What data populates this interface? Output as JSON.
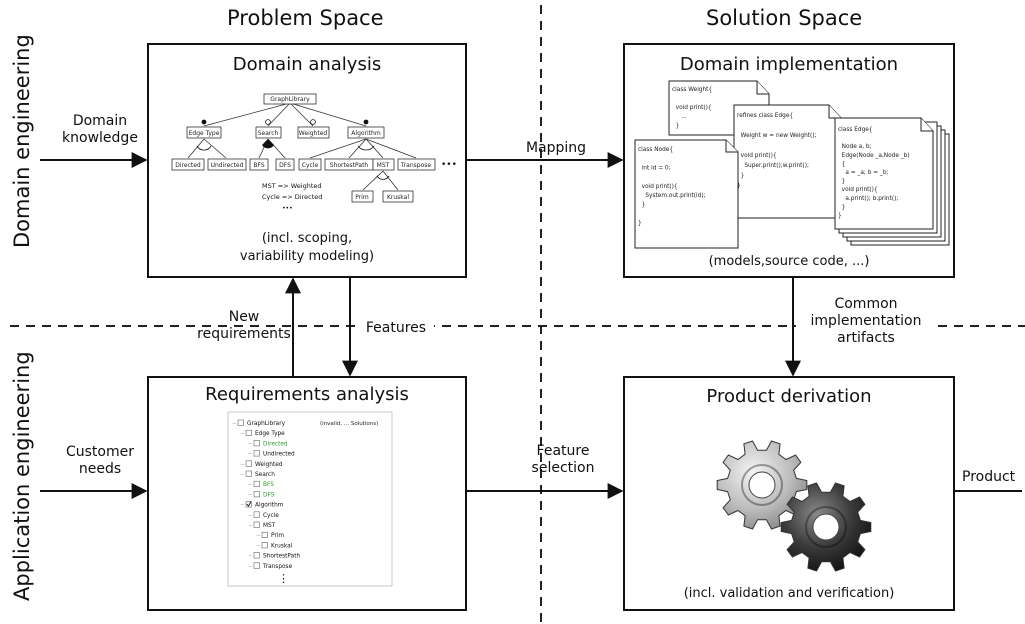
{
  "headers": {
    "problem_space": "Problem Space",
    "solution_space": "Solution Space",
    "domain_engineering": "Domain engineering",
    "application_engineering": "Application engineering"
  },
  "inputs": {
    "domain_knowledge_1": "Domain",
    "domain_knowledge_2": "knowledge",
    "customer_needs_1": "Customer",
    "customer_needs_2": "needs"
  },
  "flows": {
    "mapping": "Mapping",
    "new_requirements_1": "New",
    "new_requirements_2": "requirements",
    "features": "Features",
    "common_artifacts_1": "Common",
    "common_artifacts_2": "implementation",
    "common_artifacts_3": "artifacts",
    "feature_selection_1": "Feature",
    "feature_selection_2": "selection",
    "product": "Product"
  },
  "boxes": {
    "domain_analysis": {
      "title": "Domain analysis",
      "note_1": "(incl. scoping,",
      "note_2": "variability modeling)"
    },
    "domain_implementation": {
      "title": "Domain implementation",
      "note": "(models,source code, ...)"
    },
    "requirements_analysis": {
      "title": "Requirements analysis"
    },
    "product_derivation": {
      "title": "Product derivation",
      "note": "(incl. validation and verification)"
    }
  },
  "feature_model": {
    "root": "GraphLibrary",
    "edge_type": "Edge Type",
    "search": "Search",
    "weighted": "Weighted",
    "algorithm": "Algorithm",
    "directed": "Directed",
    "undirected": "Undirected",
    "bfs": "BFS",
    "dfs": "DFS",
    "cycle": "Cycle",
    "shortest_path": "ShortestPath",
    "mst": "MST",
    "transpose": "Transpose",
    "prim": "Prim",
    "kruskal": "Kruskal",
    "ellipsis": "•••",
    "constraint_1": "MST   => Weighted",
    "constraint_2": "Cycle  => Directed",
    "constraint_3": "•••"
  },
  "code_docs": {
    "weight": [
      "class Weight{",
      "",
      "  void print(){",
      "     ...",
      "  }"
    ],
    "node": [
      "class Node{",
      "",
      "  int id = 0;",
      "",
      "  void print(){",
      "    System.out.print(id);",
      "  }",
      "",
      "}"
    ],
    "refines_edge": [
      "refines class Edge{",
      "",
      "  Weight w = new Weight();",
      "",
      "  void print(){",
      "    Super.print();w.print();",
      "  }",
      "}"
    ],
    "edge": [
      "class Edge{",
      "",
      "  Node a, b;",
      "  Edge(Node _a,Node _b)",
      "  {",
      "    a = _a; b = _b;",
      "  }",
      "  void print(){",
      "    a.print(); b.print();",
      "  }",
      "}"
    ]
  },
  "config_tree": {
    "header_right": "(invalid, ... Solutions)",
    "items": [
      {
        "label": "GraphLibrary",
        "indent": 0,
        "check": "box",
        "color": "#111111"
      },
      {
        "label": "Edge Type",
        "indent": 1,
        "check": "box",
        "color": "#111111"
      },
      {
        "label": "Directed",
        "indent": 2,
        "check": "box",
        "color": "#2e9a2e"
      },
      {
        "label": "Undirected",
        "indent": 2,
        "check": "box",
        "color": "#111111"
      },
      {
        "label": "Weighted",
        "indent": 1,
        "check": "box",
        "color": "#111111"
      },
      {
        "label": "Search",
        "indent": 1,
        "check": "box",
        "color": "#111111"
      },
      {
        "label": "BFS",
        "indent": 2,
        "check": "box",
        "color": "#2e9a2e"
      },
      {
        "label": "DFS",
        "indent": 2,
        "check": "box",
        "color": "#2e9a2e"
      },
      {
        "label": "Algorithm",
        "indent": 1,
        "check": "tick",
        "color": "#111111"
      },
      {
        "label": "Cycle",
        "indent": 2,
        "check": "box",
        "color": "#111111"
      },
      {
        "label": "MST",
        "indent": 2,
        "check": "box",
        "color": "#111111"
      },
      {
        "label": "Prim",
        "indent": 3,
        "check": "box",
        "color": "#111111"
      },
      {
        "label": "Kruskal",
        "indent": 3,
        "check": "box",
        "color": "#111111"
      },
      {
        "label": "ShortestPath",
        "indent": 2,
        "check": "box",
        "color": "#111111"
      },
      {
        "label": "Transpose",
        "indent": 2,
        "check": "box",
        "color": "#111111"
      }
    ],
    "more": "⋮"
  }
}
